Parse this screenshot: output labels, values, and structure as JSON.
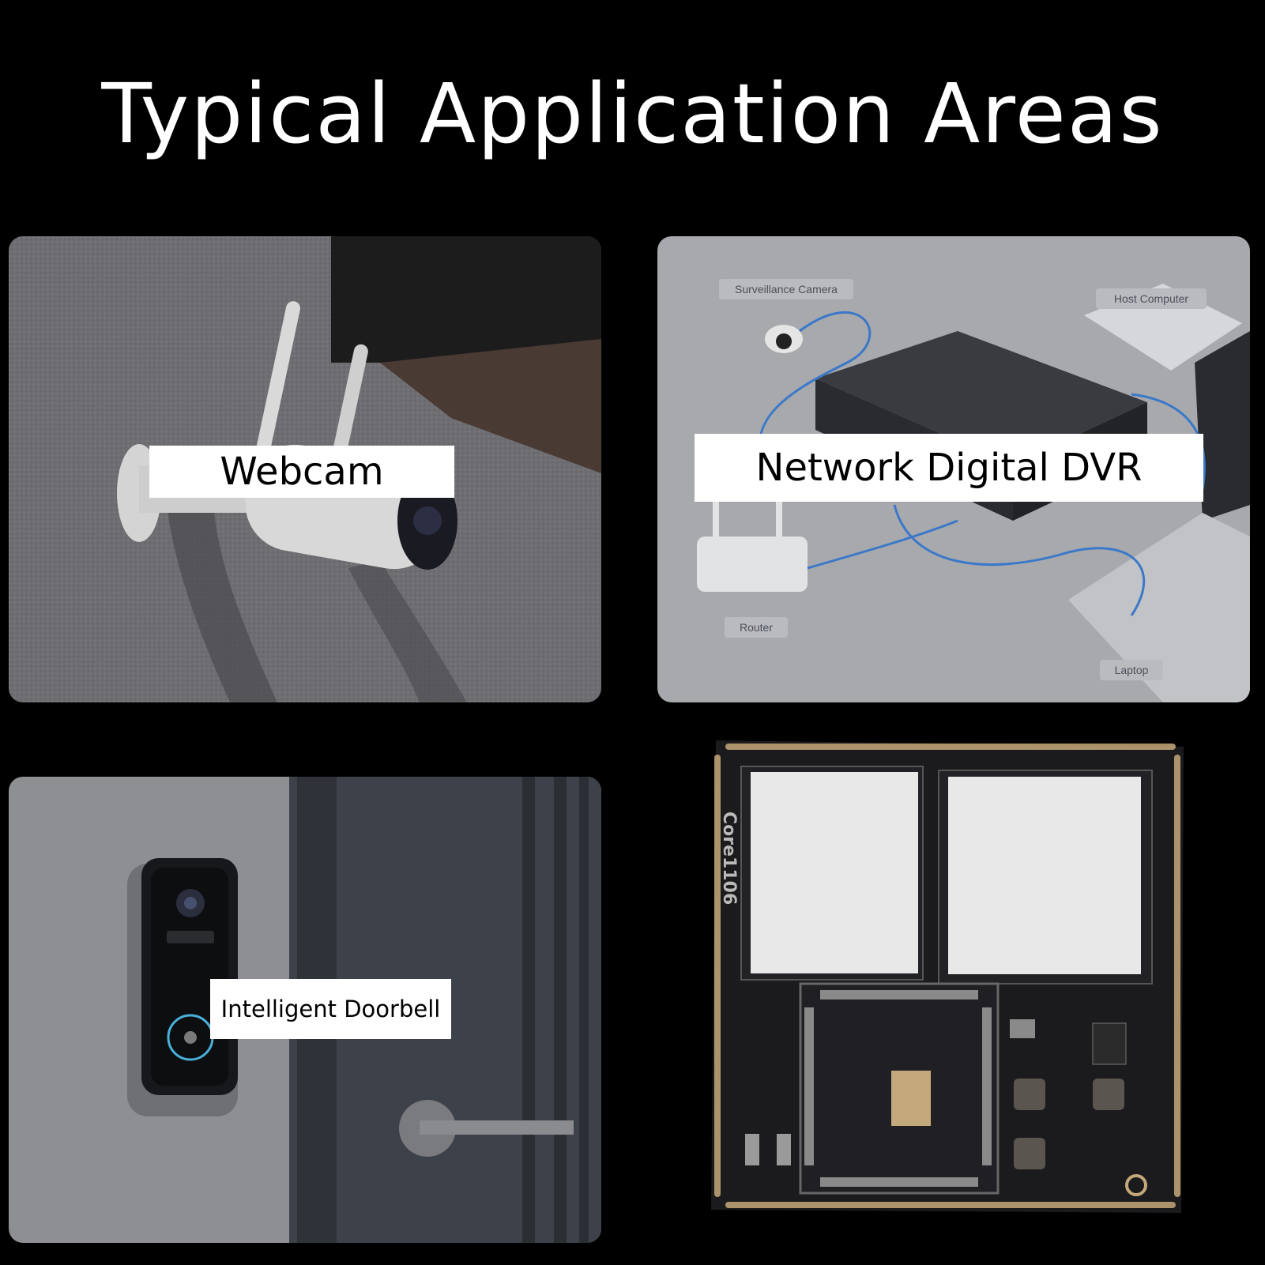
{
  "page": {
    "title": "Typical Application Areas"
  },
  "panels": {
    "webcam": {
      "label": "Webcam"
    },
    "dvr": {
      "label": "Network Digital DVR",
      "diagram_labels": {
        "camera": "Surveillance Camera",
        "host": "Host Computer",
        "router": "Router",
        "laptop": "Laptop"
      }
    },
    "doorbell": {
      "label": "Intelligent Doorbell"
    },
    "module": {
      "marking": "Core1106"
    }
  },
  "colors": {
    "background": "#000000",
    "label_bg": "#ffffff",
    "cable": "#3b78c9"
  }
}
